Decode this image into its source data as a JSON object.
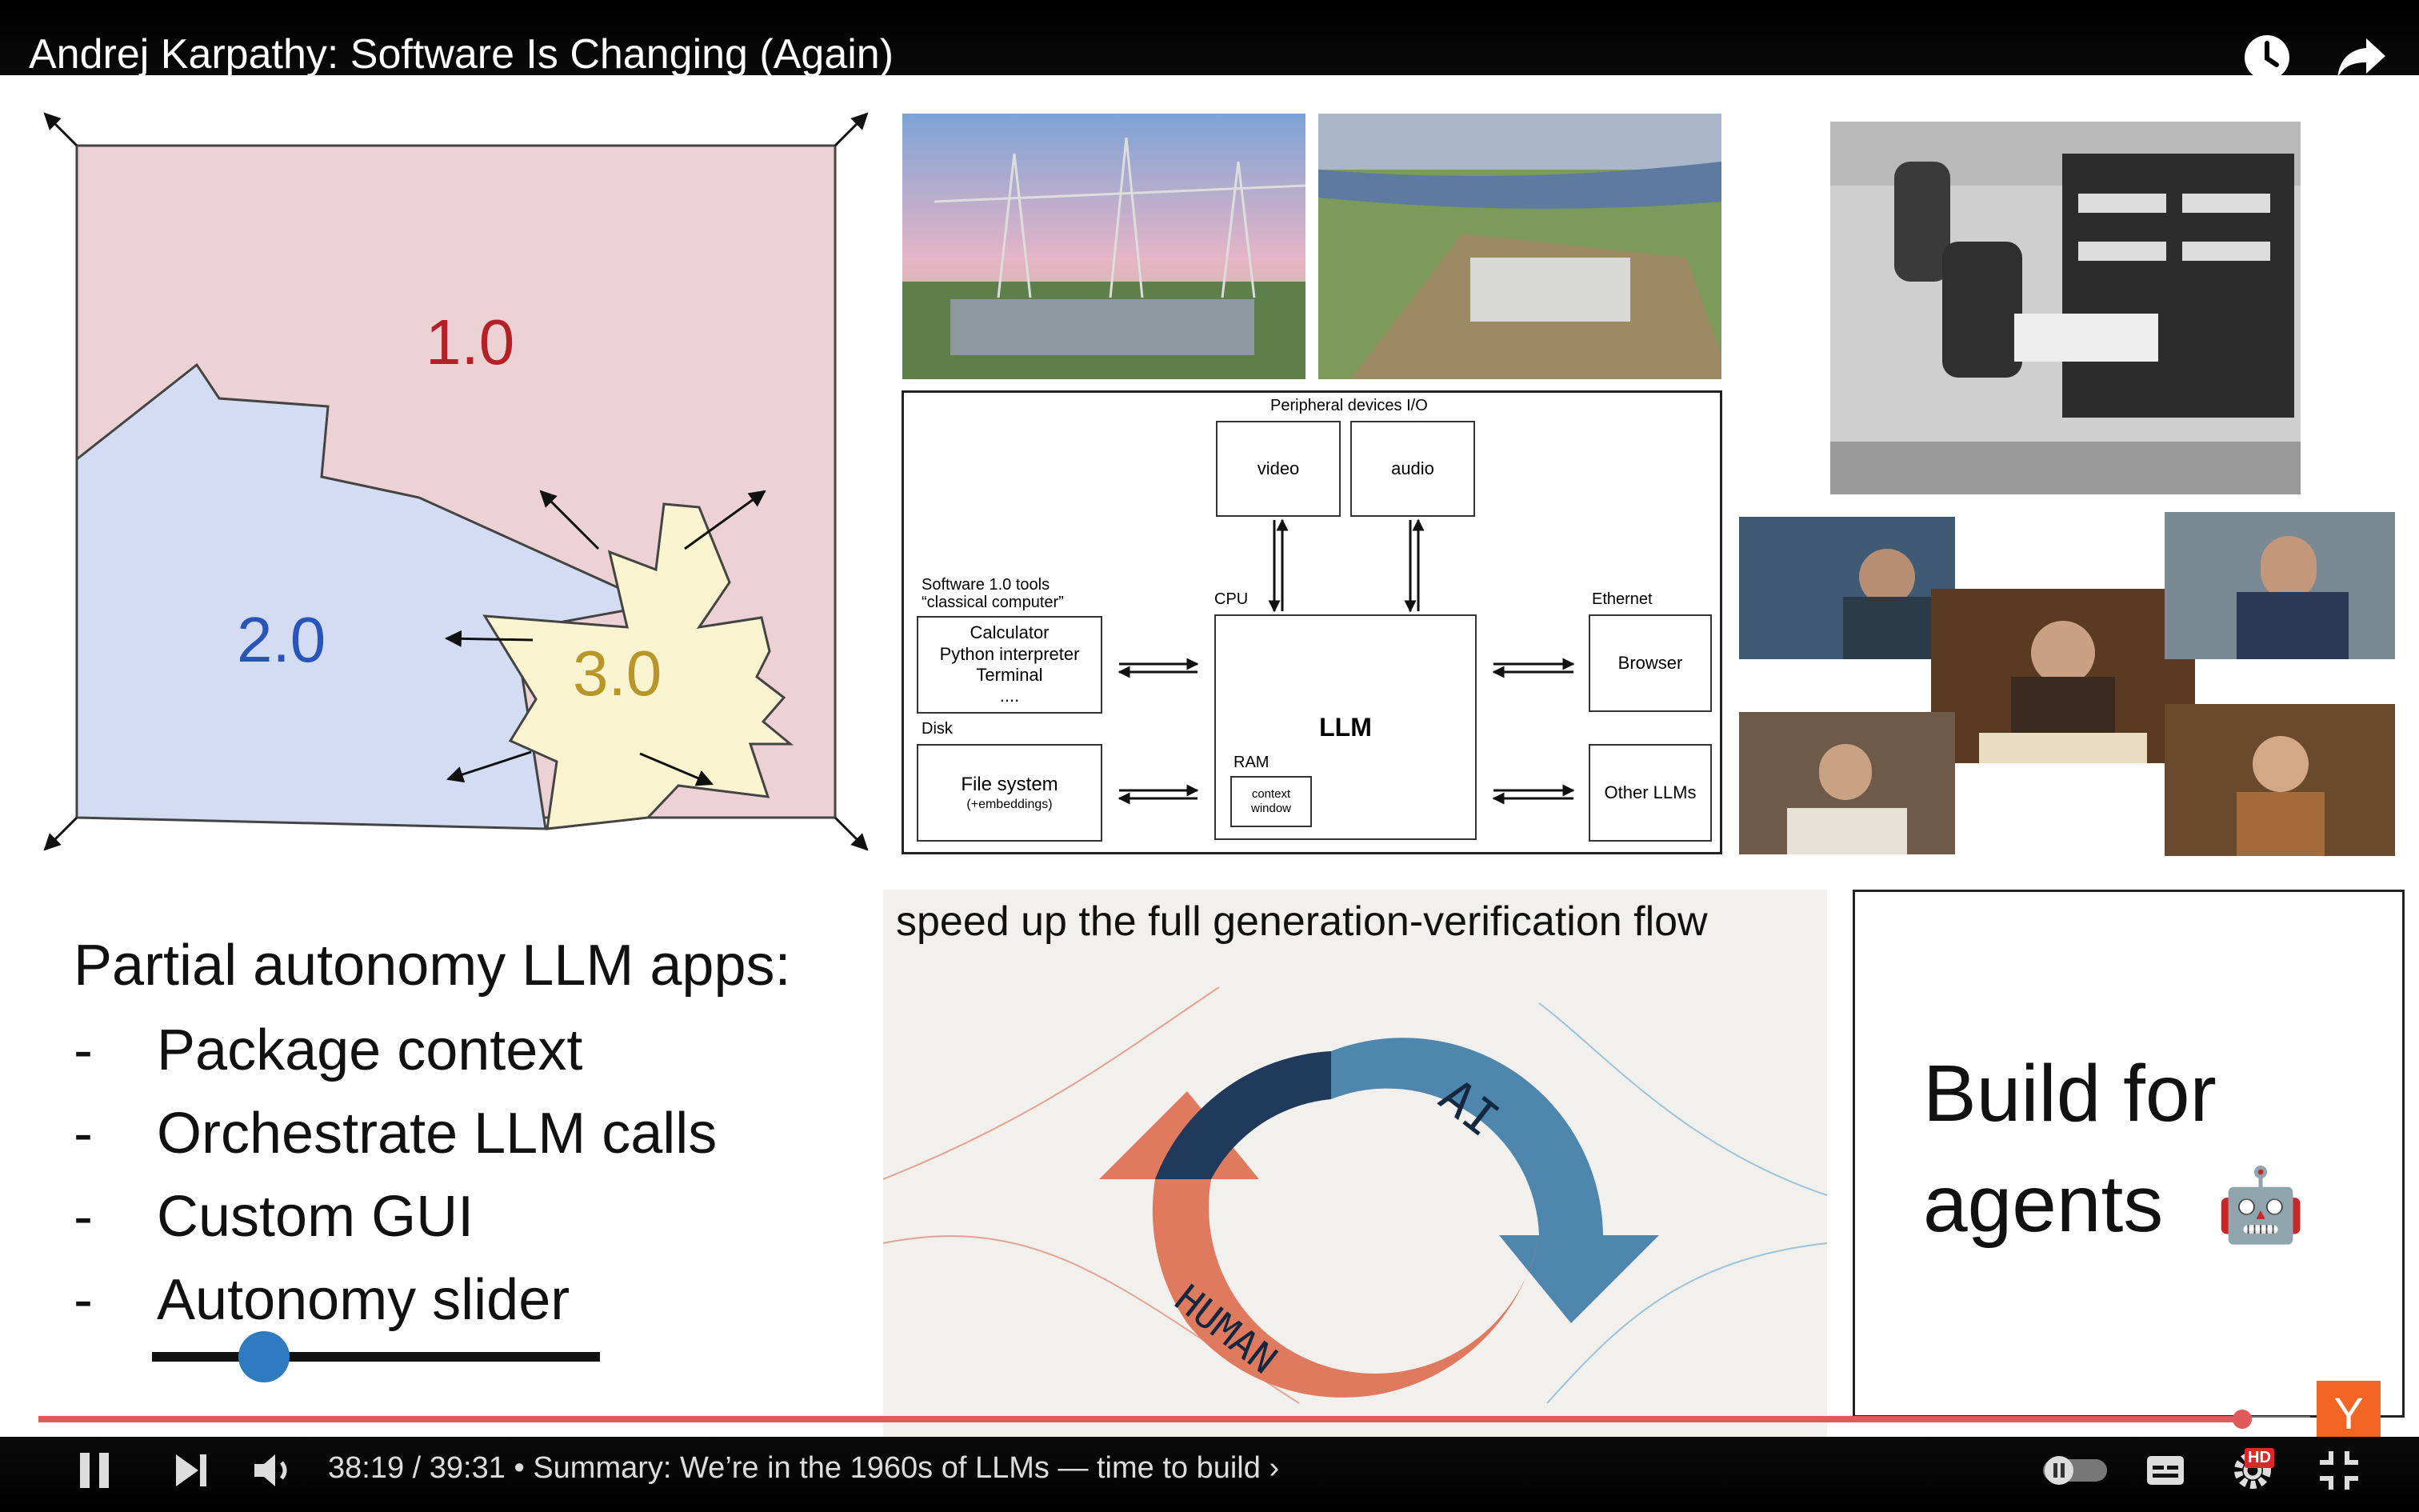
{
  "player": {
    "title": "Andrej Karpathy: Software Is Changing (Again)",
    "current_time": "38:19",
    "time_separator": "/",
    "duration": "39:31",
    "chapter_prefix": "•",
    "chapter": "Summary: We’re in the 1960s of LLMs — time to build",
    "chapter_chevron": "›",
    "progress_fraction": 0.97,
    "hd_badge": "HD",
    "channel_badge": "Y",
    "accent_color": "#e05a5a",
    "icons": [
      "watch-later-icon",
      "share-icon",
      "pause-icon",
      "next-icon",
      "volume-icon",
      "autoplay-toggle-icon",
      "captions-icon",
      "settings-icon",
      "exit-fullscreen-icon"
    ]
  },
  "slide": {
    "software_map": {
      "label_1": "1.0",
      "label_2": "2.0",
      "label_3": "3.0"
    },
    "diagram": {
      "peripheral": "Peripheral devices I/O",
      "video": "video",
      "audio": "audio",
      "sw_tools_caption": "Software 1.0 tools\n“classical computer”",
      "tools_box": "Calculator\nPython interpreter\nTerminal\n....",
      "disk": "Disk",
      "file_system": "File system",
      "embeddings": "(+embeddings)",
      "cpu": "CPU",
      "llm": "LLM",
      "ram": "RAM",
      "context_window": "context\nwindow",
      "ethernet": "Ethernet",
      "browser": "Browser",
      "other_llms": "Other LLMs"
    },
    "autonomy": {
      "heading": "Partial autonomy LLM apps:",
      "bullets": [
        "Package context",
        "Orchestrate LLM calls",
        "Custom GUI",
        "Autonomy slider"
      ],
      "bullet_marker": "-",
      "slider_value": 0.25
    },
    "loop": {
      "caption": "speed up the full generation-verification flow",
      "ai": "AI",
      "human": "HUMAN"
    },
    "agents": {
      "line1": "Build for",
      "line2": "agents",
      "emoji": "🤖"
    }
  }
}
